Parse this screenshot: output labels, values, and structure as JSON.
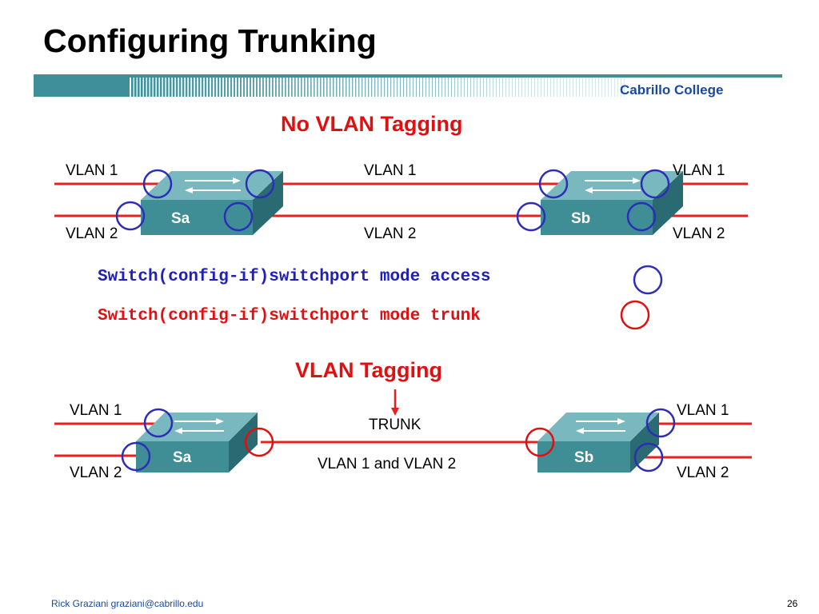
{
  "slide": {
    "title": "Configuring Trunking",
    "brand": "Cabrillo College",
    "footer_author": "Rick Graziani  graziani@cabrillo.edu",
    "page_number": "26"
  },
  "top_diagram": {
    "heading": "No VLAN Tagging",
    "left_top_label": "VLAN 1",
    "left_bottom_label": "VLAN 2",
    "middle_top_label": "VLAN 1",
    "middle_bottom_label": "VLAN 2",
    "right_top_label": "VLAN 1",
    "right_bottom_label": "VLAN 2",
    "switch_a": "Sa",
    "switch_b": "Sb"
  },
  "commands": {
    "access": "Switch(config-if)switchport mode access",
    "trunk": "Switch(config-if)switchport mode trunk"
  },
  "bottom_diagram": {
    "heading": "VLAN Tagging",
    "left_top_label": "VLAN 1",
    "left_bottom_label": "VLAN 2",
    "trunk_label": "TRUNK",
    "trunk_sub_label": "VLAN 1 and VLAN 2",
    "right_top_label": "VLAN 1",
    "right_bottom_label": "VLAN 2",
    "switch_a": "Sa",
    "switch_b": "Sb"
  },
  "colors": {
    "link": "#e82020",
    "access_marker": "#2d2db8",
    "trunk_marker": "#e01010",
    "switch_body": "#3f8e96"
  }
}
